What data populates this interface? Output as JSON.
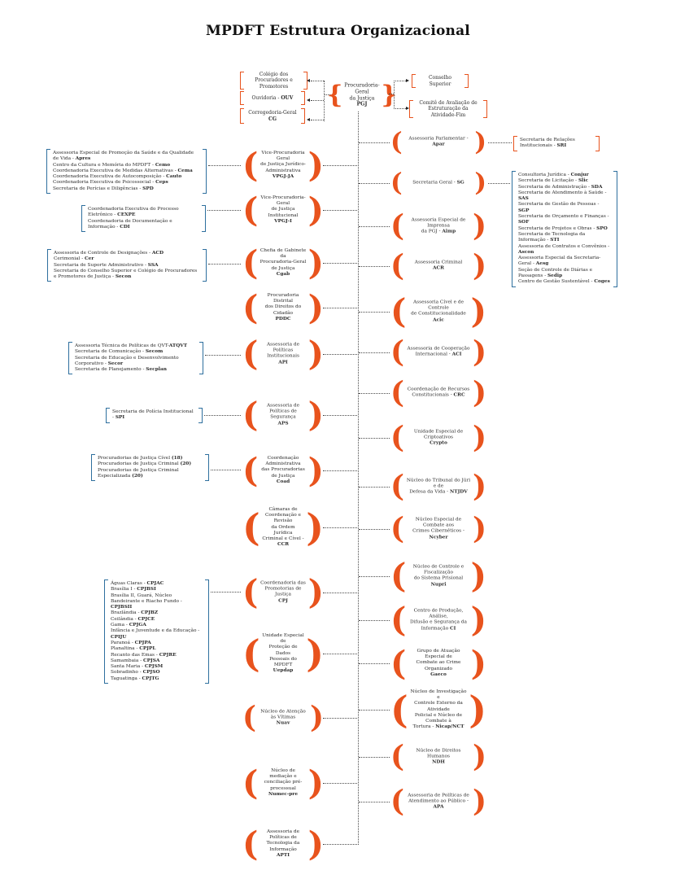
{
  "title": "MPDFT Estrutura Organizacional",
  "colors": {
    "orange": "#e8531d",
    "blue": "#2e6f9e",
    "line": "#4a4a4a",
    "text": "#2b2b2b"
  },
  "root": {
    "label": "Procuradoria-Geral\nda Justiça\n",
    "acronym": "PGJ"
  },
  "top_left_boxes": [
    {
      "text": "Colégio dos Procuradores e\nPromotores",
      "acronym": ""
    },
    {
      "text": "Ouvidoria - ",
      "acronym": "OUV"
    },
    {
      "text": "Corregedoria-Geral\n",
      "acronym": "CG"
    }
  ],
  "top_right_boxes": [
    {
      "text": "Conselho Superior",
      "acronym": ""
    },
    {
      "text": "Comitê de Avaliação de\nEstruturação da Atividade-Fim",
      "acronym": ""
    }
  ],
  "middle_nodes": [
    {
      "label": "Vice-Procuradoria Geral\nde Justiça Jurídico-Administrativa\n",
      "acronym": "VPGJ-JA"
    },
    {
      "label": "Vice-Procuradoria-Geral\nde Justiça Institucional\n",
      "acronym": "VPGJ-I"
    },
    {
      "label": "Chefia de Gabinete da\nProcuradoria-Geral de Justiça\n",
      "acronym": "Cgab"
    },
    {
      "label": "Procuradoria Distrital\ndos Direitos do Cidadão\n",
      "acronym": "PDDC"
    },
    {
      "label": "Assessoria de Políticas\nInstitucionais\n",
      "acronym": "API"
    },
    {
      "label": "Assessoria de Políticas de\nSegurança\n",
      "acronym": "APS"
    },
    {
      "label": "Coordenação Administrativa\ndas Procuradorias de Justiça\n",
      "acronym": "Coad"
    },
    {
      "label": "Câmaras de\nCoordenação e Revisão\nda Ordem Jurídica\nCriminal e Cível - ",
      "acronym": "CCR"
    },
    {
      "label": "Coordenadoria das\nPromotorias de Justiça\n",
      "acronym": "CPJ"
    },
    {
      "label": "Unidade Especial de\nProteção de Dados\nPessoais do MPDFT\n",
      "acronym": "Uepdap"
    },
    {
      "label": "Núcleo de Atenção às Vítimas\n",
      "acronym": "Nuav"
    },
    {
      "label": "Núcleo de mediação e\nconciliação pré-processual\n",
      "acronym": "Numec-pre"
    },
    {
      "label": "Assessoria de Políticas de\nTecnologia da Informação\n",
      "acronym": "APTI"
    }
  ],
  "right_nodes": [
    {
      "label": "Assessoria Parlamentar - ",
      "acronym": "Apar"
    },
    {
      "label": "Secretaria Geral - ",
      "acronym": "SG"
    },
    {
      "label": "Assessoria Especial de Imprensa\nda PGJ - ",
      "acronym": "Aimp"
    },
    {
      "label": "Assessoria Criminal\n",
      "acronym": "ACR"
    },
    {
      "label": "Assessoria Cível e de Controle\nde Constitucionalidade\n",
      "acronym": "Acic"
    },
    {
      "label": "Assessoria de Cooperação\nInternacional - ",
      "acronym": "ACI"
    },
    {
      "label": "Coordenação de Recursos\nConstitucionais - ",
      "acronym": "CRC"
    },
    {
      "label": "Unidade Especial de Criptoativos\n",
      "acronym": "Crypto"
    },
    {
      "label": "Núcleo do Tribunal do Júri e de\nDefesa da Vida - ",
      "acronym": "NTJDV"
    },
    {
      "label": "Núcleo Especial de Combate aos\nCrimes Cibernéticos - ",
      "acronym": "Ncyber"
    },
    {
      "label": "Núcleo de Controle e Fiscalização\ndo Sistema Prisional\n",
      "acronym": "Nupri"
    },
    {
      "label": "Centro de Produção, Análise,\nDifusão e Segurança da\nInformação ",
      "acronym": "CI"
    },
    {
      "label": "Grupo de Atuação Especial de\nCombate ao Crime Organizado\n",
      "acronym": "Gaeco"
    },
    {
      "label": "Núcleo de Investigação e\nControle Externo da Atividade\nPolicial e Núcleo de Combate à\nTortura - ",
      "acronym": "Nicap/NCT"
    },
    {
      "label": "Núcleo de Direitos Humanos\n",
      "acronym": "NDH"
    },
    {
      "label": "Assessoria de Políticas de\nAtendimento ao Público - ",
      "acronym": "APA"
    }
  ],
  "left_boxes": [
    {
      "items": [
        {
          "t": "Assessoria Especial de Promoção da Saúde e da Qualidade de Vida - ",
          "a": "Apres"
        },
        {
          "t": "Centro da Cultura e Memória do MPDFT - ",
          "a": "Cemo"
        },
        {
          "t": "Coordenadoria Executiva de Medidas Alternativas - ",
          "a": "Cema"
        },
        {
          "t": "Coordenadoria Executiva de Autocomposição - ",
          "a": "Cauto"
        },
        {
          "t": "Coordenadoria Executiva de Psicossocial - ",
          "a": "Ceps"
        },
        {
          "t": "Secretaria de Perícias e Diligências - ",
          "a": "SPD"
        }
      ]
    },
    {
      "items": [
        {
          "t": "Coordenadoria Executiva do Processo Eletrônico - ",
          "a": "CEXPE"
        },
        {
          "t": "Coordenadoria de Documentação e Informação - ",
          "a": "CDI"
        }
      ]
    },
    {
      "items": [
        {
          "t": "Assessoria de Controle de Designações - ",
          "a": "ACD"
        },
        {
          "t": "Cerimonial - ",
          "a": "Cer"
        },
        {
          "t": "Secretaria de Suporte Administrativo - ",
          "a": "SSA"
        },
        {
          "t": "Secretaria do Conselho Superior e Colégio de Procuradores e Promotores de Justiça - ",
          "a": "Secon"
        }
      ]
    },
    {
      "items": [
        {
          "t": "Assessoria Técnica de Políticas de QVT-",
          "a": "ATQVT"
        },
        {
          "t": "Secretaria de Comunicação - ",
          "a": "Secom"
        },
        {
          "t": "Secretaria de Educação e Desenvolvimento Corporativo - ",
          "a": "Secor"
        },
        {
          "t": "Secretaria de Planejamento - ",
          "a": "Secplan"
        }
      ]
    },
    {
      "items": [
        {
          "t": "Secretaria de Polícia Institucional - ",
          "a": "SPI"
        }
      ]
    },
    {
      "items": [
        {
          "t": "Procuradorias de Justiça Cível ",
          "a": "(18)"
        },
        {
          "t": "Procuradorias de Justiça Criminal ",
          "a": "(20)"
        },
        {
          "t": "Procuradorias de Justiça Criminal Especializada ",
          "a": "(20)"
        }
      ]
    },
    {
      "items": [
        {
          "t": "Águas Claras - ",
          "a": "CPJAC"
        },
        {
          "t": "Brasília I - ",
          "a": "CPJBSI"
        },
        {
          "t": "Brasília II, Guará, Núcleo Bandeirante e Riacho Fundo - ",
          "a": "CPJBSII"
        },
        {
          "t": "Brazlândia - ",
          "a": "CPJBZ"
        },
        {
          "t": "Ceilândia - ",
          "a": "CPJCE"
        },
        {
          "t": "Gama - ",
          "a": "CPJGA"
        },
        {
          "t": "Infância e Juventude e da Educação - ",
          "a": "CPIJU"
        },
        {
          "t": "Paranoá - ",
          "a": "CPJPA"
        },
        {
          "t": "Planaltina - ",
          "a": "CPJPL"
        },
        {
          "t": "Recanto das Emas - ",
          "a": "CPJRE"
        },
        {
          "t": "Samambaia - ",
          "a": "CPJSA"
        },
        {
          "t": "Santa Maria - ",
          "a": "CPJSM"
        },
        {
          "t": "Sobradinho - ",
          "a": "CPJSO"
        },
        {
          "t": "Taguatinga - ",
          "a": "CPJTG"
        }
      ]
    }
  ],
  "far_right": {
    "sri": {
      "items": [
        {
          "t": "Secretaria de Relações Institucionais - ",
          "a": "SRI"
        }
      ]
    },
    "sg_list": {
      "items": [
        {
          "t": "Consultoria Jurídica - ",
          "a": "Conjur"
        },
        {
          "t": "Secretaria de Licitação - ",
          "a": "Slic"
        },
        {
          "t": "Secretaria de Administração - ",
          "a": "SDA"
        },
        {
          "t": "Secretaria de Atendimento à Saúde - ",
          "a": "SAS"
        },
        {
          "t": "Secretaria de Gestão de Pessoas - ",
          "a": "SGP"
        },
        {
          "t": "Secretaria de Orçamento e Finanças - ",
          "a": "SOF"
        },
        {
          "t": "Secretaria de Projetos e Obras - ",
          "a": "SPO"
        },
        {
          "t": "Secretaria de Tecnologia da Informação - ",
          "a": "STI"
        },
        {
          "t": "Assessoria de Contratos e Convênios - ",
          "a": "Ascon"
        },
        {
          "t": "Assessoria Especial da Secretaria-Geral - ",
          "a": "Aesg"
        },
        {
          "t": "Seção de Controle de Diárias e Passagens - ",
          "a": "Sedip"
        },
        {
          "t": "Centro de Gestão Sustentável - ",
          "a": "Coges"
        }
      ]
    }
  }
}
